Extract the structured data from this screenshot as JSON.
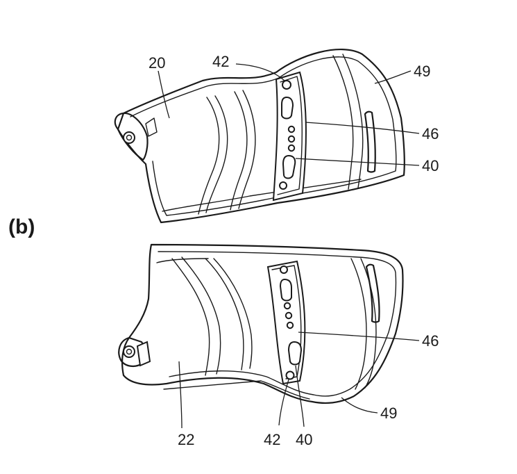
{
  "figure": {
    "panel_label": "(b)",
    "upper_part": {
      "ref_body": "20",
      "ref_top_hole": "42",
      "ref_rim": "49",
      "ref_plate": "46",
      "ref_slot": "40"
    },
    "lower_part": {
      "ref_body": "22",
      "ref_bottom_hole": "42",
      "ref_slot": "40",
      "ref_plate": "46",
      "ref_rim": "49"
    }
  }
}
